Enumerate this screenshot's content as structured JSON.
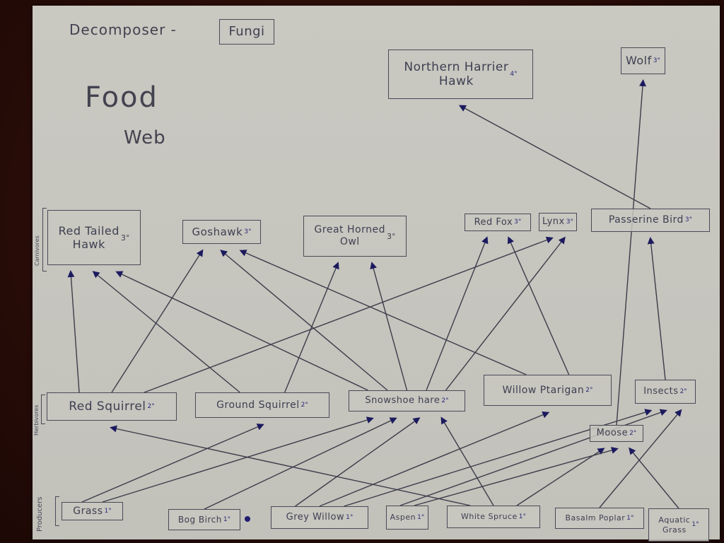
{
  "title": {
    "line1": "Food",
    "line2": "Web"
  },
  "decomposer": {
    "label": "Decomposer -",
    "value": "Fungi"
  },
  "colors": {
    "ink": "#3f4052",
    "arrow": "#1c1a5e",
    "paper": "#c8c7c0",
    "background": "#2a0d08"
  },
  "level_labels": {
    "carnivores": "Carnivores",
    "herbivores": "Herbivores",
    "producers": "Producers"
  },
  "nodes": {
    "northern_harrier_hawk": {
      "label": "Northern Harrier\nHawk",
      "level": "4°"
    },
    "wolf": {
      "label": "Wolf",
      "level": "3°"
    },
    "red_tailed_hawk": {
      "label": "Red Tailed\nHawk",
      "level": "3°"
    },
    "goshawk": {
      "label": "Goshawk",
      "level": "3°"
    },
    "great_horned_owl": {
      "label": "Great Horned\nOwl",
      "level": "3°"
    },
    "red_fox": {
      "label": "Red Fox",
      "level": "3°"
    },
    "lynx": {
      "label": "Lynx",
      "level": "3°"
    },
    "passerine_bird": {
      "label": "Passerine Bird",
      "level": "3°"
    },
    "red_squirrel": {
      "label": "Red Squirrel",
      "level": "2°"
    },
    "ground_squirrel": {
      "label": "Ground Squirrel",
      "level": "2°"
    },
    "snowshoe_hare": {
      "label": "Snowshoe hare",
      "level": "2°"
    },
    "willow_ptarmigan": {
      "label": "Willow Ptarigan",
      "level": "2°"
    },
    "insects": {
      "label": "Insects",
      "level": "2°"
    },
    "moose": {
      "label": "Moose",
      "level": "2°"
    },
    "grass": {
      "label": "Grass",
      "level": "1°"
    },
    "bog_birch": {
      "label": "Bog Birch",
      "level": "1°"
    },
    "grey_willow": {
      "label": "Grey Willow",
      "level": "1°"
    },
    "aspen": {
      "label": "Aspen",
      "level": "1°"
    },
    "white_spruce": {
      "label": "White Spruce",
      "level": "1°"
    },
    "balsam_poplar": {
      "label": "Basalm Poplar",
      "level": "1°"
    },
    "aquatic_grass": {
      "label": "Aquatic\nGrass",
      "level": "1°"
    }
  },
  "edges": [
    {
      "from": "passerine_bird",
      "to": "northern_harrier_hawk"
    },
    {
      "from": "moose",
      "to": "wolf"
    },
    {
      "from": "red_squirrel",
      "to": "red_tailed_hawk"
    },
    {
      "from": "ground_squirrel",
      "to": "red_tailed_hawk"
    },
    {
      "from": "snowshoe_hare",
      "to": "red_tailed_hawk"
    },
    {
      "from": "red_squirrel",
      "to": "goshawk"
    },
    {
      "from": "snowshoe_hare",
      "to": "goshawk"
    },
    {
      "from": "willow_ptarmigan",
      "to": "goshawk"
    },
    {
      "from": "ground_squirrel",
      "to": "great_horned_owl"
    },
    {
      "from": "snowshoe_hare",
      "to": "great_horned_owl"
    },
    {
      "from": "snowshoe_hare",
      "to": "red_fox"
    },
    {
      "from": "willow_ptarmigan",
      "to": "red_fox"
    },
    {
      "from": "red_squirrel",
      "to": "lynx"
    },
    {
      "from": "snowshoe_hare",
      "to": "lynx"
    },
    {
      "from": "insects",
      "to": "passerine_bird"
    },
    {
      "from": "white_spruce",
      "to": "red_squirrel"
    },
    {
      "from": "grass",
      "to": "ground_squirrel"
    },
    {
      "from": "grass",
      "to": "snowshoe_hare"
    },
    {
      "from": "bog_birch",
      "to": "snowshoe_hare"
    },
    {
      "from": "grey_willow",
      "to": "snowshoe_hare"
    },
    {
      "from": "white_spruce",
      "to": "snowshoe_hare"
    },
    {
      "from": "grey_willow",
      "to": "willow_ptarmigan"
    },
    {
      "from": "grey_willow",
      "to": "insects"
    },
    {
      "from": "aspen",
      "to": "insects"
    },
    {
      "from": "balsam_poplar",
      "to": "insects"
    },
    {
      "from": "white_spruce",
      "to": "moose"
    },
    {
      "from": "aspen",
      "to": "moose"
    },
    {
      "from": "aquatic_grass",
      "to": "moose"
    }
  ]
}
